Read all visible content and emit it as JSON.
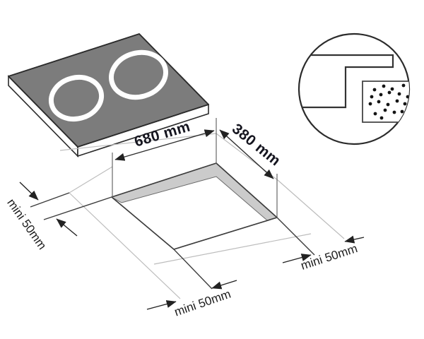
{
  "dimensions": {
    "cutout_width": "680 mm",
    "cutout_depth": "380 mm"
  },
  "clearance_labels": {
    "left": "mini 50mm",
    "bottom": "mini 50mm",
    "right": "mini 50mm"
  },
  "colors": {
    "background": "#ffffff",
    "cooktop_surface": "#7c7c7c",
    "cutout_band": "#cbcbcb",
    "dimension_text": "#15151f",
    "clearance_text": "#1c1c1c",
    "line_dark": "#3c3c3c",
    "line_light": "#bdbdbd"
  }
}
